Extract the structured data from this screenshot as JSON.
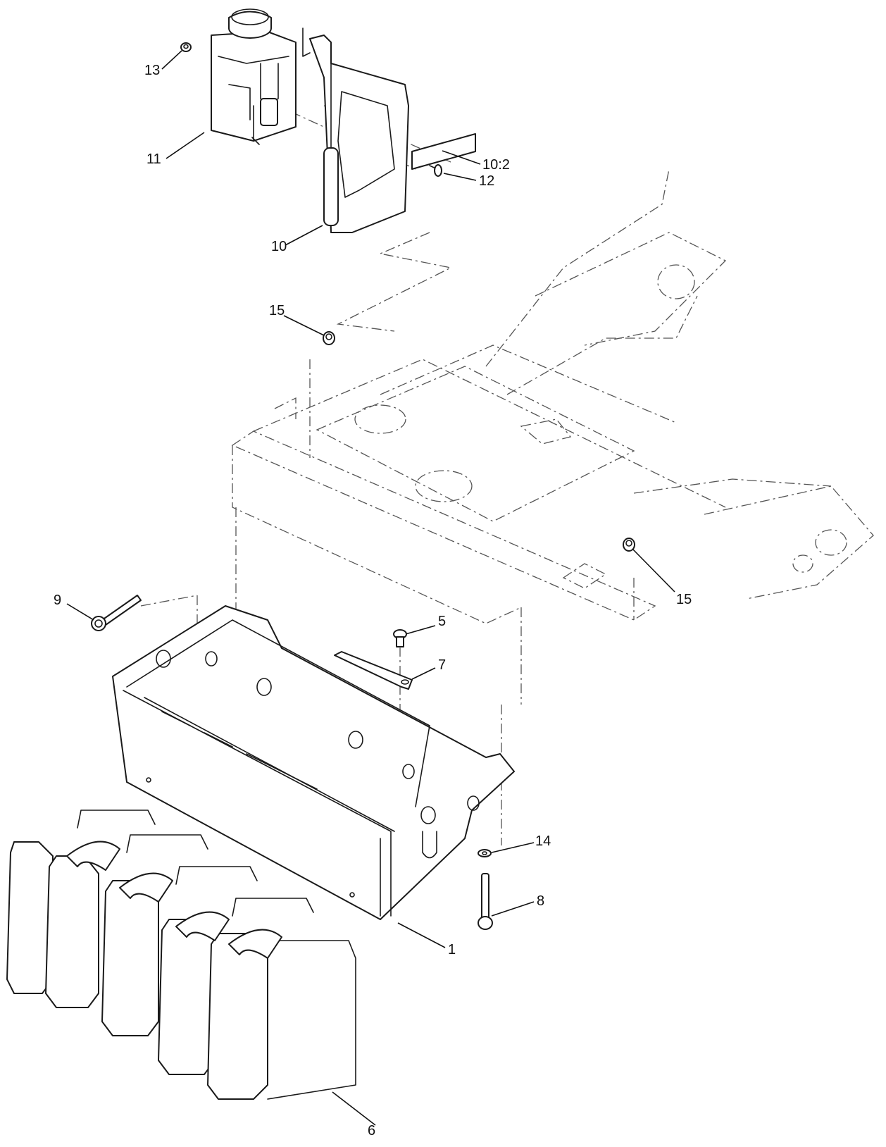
{
  "diagram": {
    "callouts": [
      {
        "id": "c13",
        "label": "13"
      },
      {
        "id": "c11",
        "label": "11"
      },
      {
        "id": "c10-2",
        "label": "10:2"
      },
      {
        "id": "c12",
        "label": "12"
      },
      {
        "id": "c10",
        "label": "10"
      },
      {
        "id": "c15-left",
        "label": "15"
      },
      {
        "id": "c15-right",
        "label": "15"
      },
      {
        "id": "c9",
        "label": "9"
      },
      {
        "id": "c5",
        "label": "5"
      },
      {
        "id": "c7",
        "label": "7"
      },
      {
        "id": "c14",
        "label": "14"
      },
      {
        "id": "c8",
        "label": "8"
      },
      {
        "id": "c1",
        "label": "1"
      },
      {
        "id": "c6",
        "label": "6"
      }
    ]
  },
  "colors": {
    "line": "#1a1a1a",
    "phantom": "#555555",
    "background": "#ffffff"
  }
}
